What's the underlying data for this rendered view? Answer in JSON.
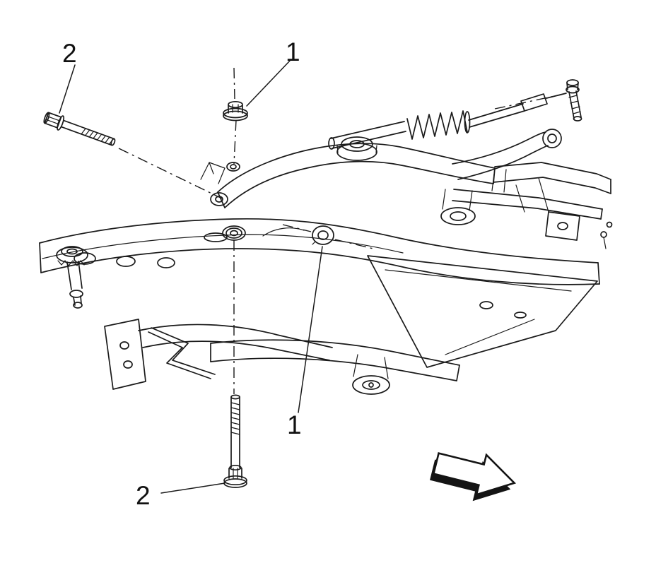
{
  "figure": {
    "background_color": "#ffffff",
    "line_color": "#1a1a1a",
    "callouts": [
      {
        "label": "2"
      },
      {
        "label": "1"
      },
      {
        "label": "1"
      },
      {
        "label": "2"
      }
    ]
  }
}
